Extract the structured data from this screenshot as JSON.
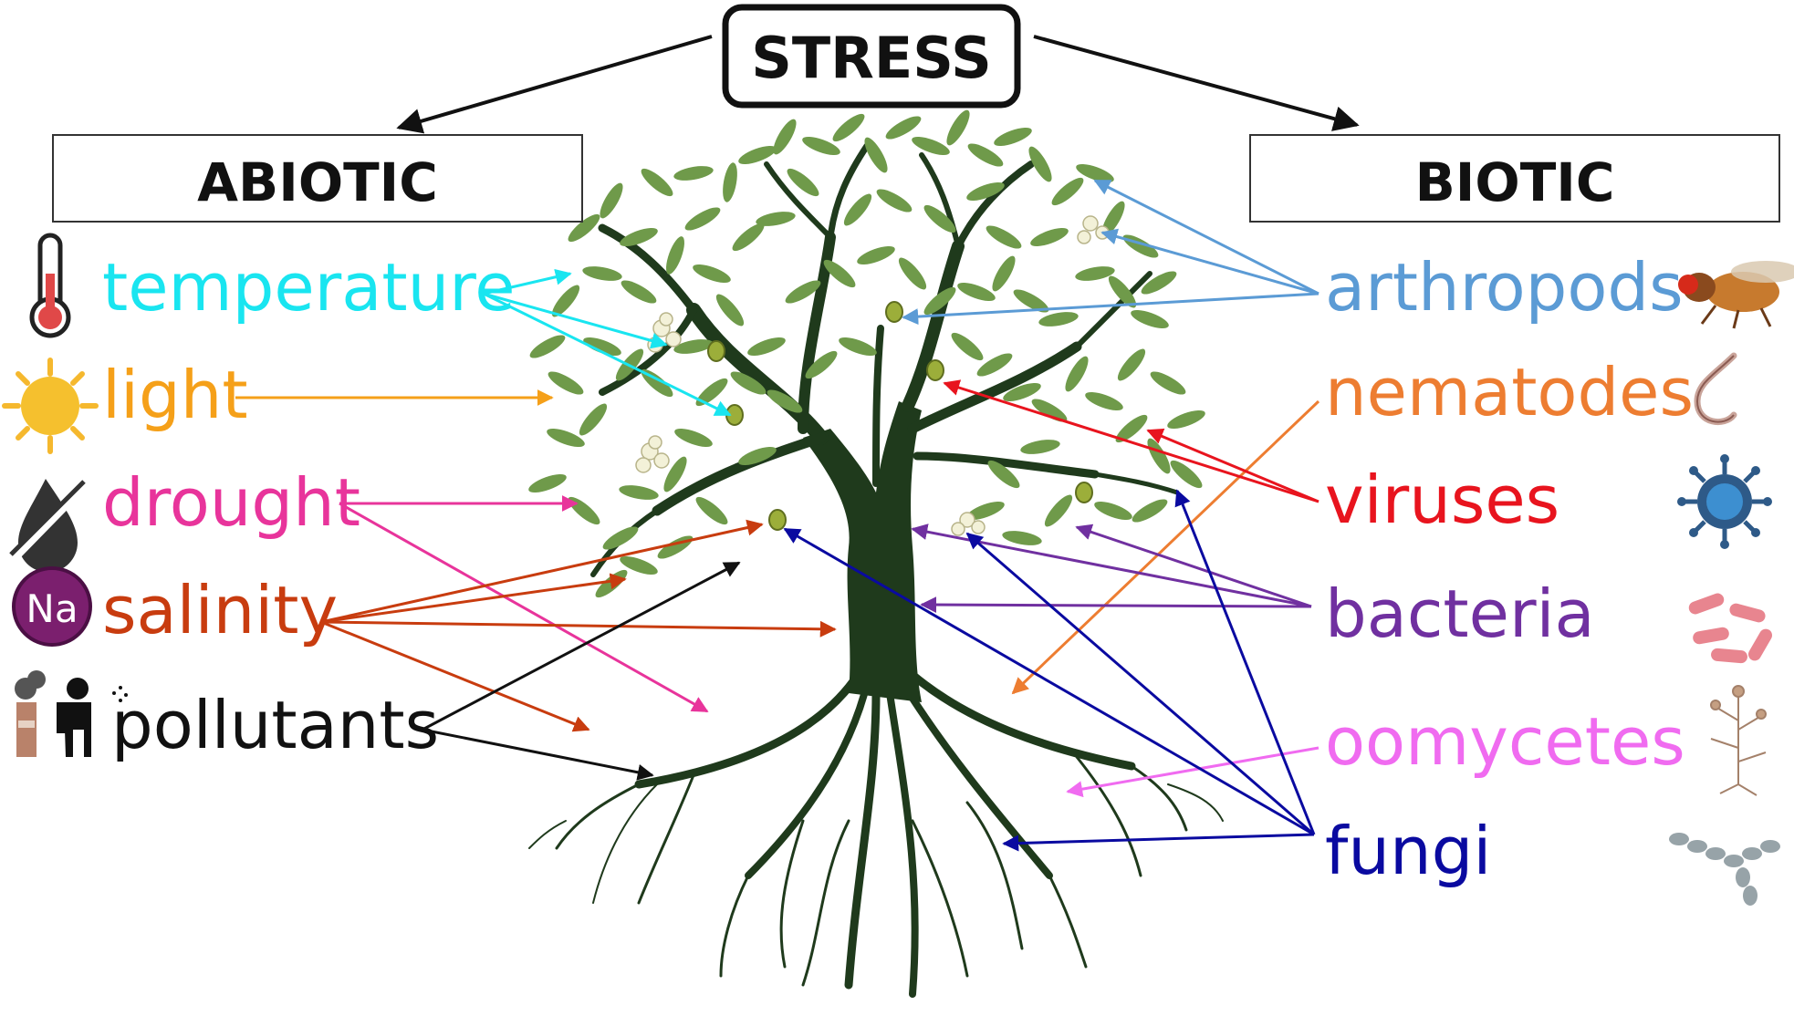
{
  "root": {
    "label": "STRESS"
  },
  "categories": {
    "abiotic": {
      "label": "ABIOTIC"
    },
    "biotic": {
      "label": "BIOTIC"
    }
  },
  "abiotic_factors": [
    {
      "id": "temperature",
      "label": "temperature",
      "color": "#19e5f0",
      "icon": "thermometer-icon"
    },
    {
      "id": "light",
      "label": "light",
      "color": "#f5a019",
      "icon": "sun-icon"
    },
    {
      "id": "drought",
      "label": "drought",
      "color": "#e8349b",
      "icon": "no-water-drop-icon"
    },
    {
      "id": "salinity",
      "label": "salinity",
      "color": "#c83c0f",
      "icon": "sodium-icon",
      "icon_text": "Na"
    },
    {
      "id": "pollutants",
      "label": "pollutants",
      "color": "#111111",
      "icon": "factory-sprayer-icon"
    }
  ],
  "biotic_factors": [
    {
      "id": "arthropods",
      "label": "arthropods",
      "color": "#5b9bd5",
      "icon": "fly-icon"
    },
    {
      "id": "nematodes",
      "label": "nematodes",
      "color": "#ed7d31",
      "icon": "worm-icon"
    },
    {
      "id": "viruses",
      "label": "viruses",
      "color": "#e8141e",
      "icon": "virus-icon"
    },
    {
      "id": "bacteria",
      "label": "bacteria",
      "color": "#7030a0",
      "icon": "bacteria-icon"
    },
    {
      "id": "oomycetes",
      "label": "oomycetes",
      "color": "#f06bf0",
      "icon": "oomycete-icon"
    },
    {
      "id": "fungi",
      "label": "fungi",
      "color": "#0a0aa0",
      "icon": "fungal-hyphae-icon"
    }
  ],
  "colors": {
    "trunk": "#1f3a1c",
    "leaf": "#6f9a4a",
    "box_border": "#111111"
  }
}
